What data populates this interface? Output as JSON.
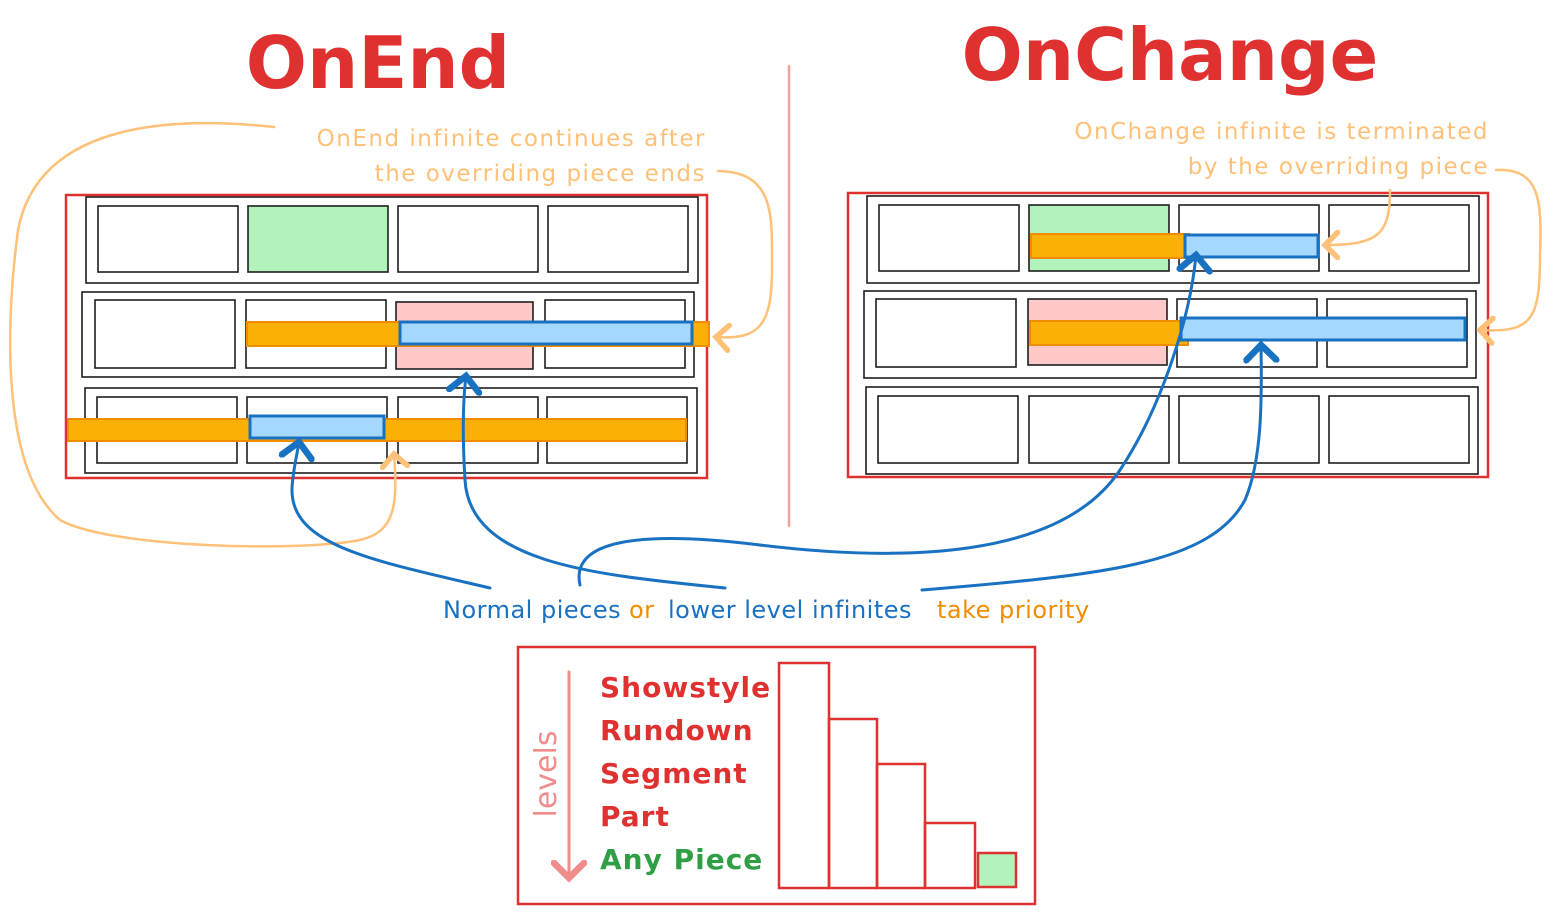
{
  "titles": {
    "left": "OnEnd",
    "right": "OnChange"
  },
  "notes": {
    "left": [
      "OnEnd infinite continues after",
      "the overriding piece ends"
    ],
    "right": [
      "OnChange infinite is terminated",
      "by the overriding piece"
    ]
  },
  "caption": {
    "normal": "Normal pieces",
    "or_lower": "or lower level infinites",
    "take_priority": "take priority"
  },
  "legend": {
    "axis_label": "levels",
    "levels": [
      "Showstyle",
      "Rundown",
      "Segment",
      "Part",
      "Any Piece"
    ]
  },
  "colors": {
    "red": "#e03131",
    "orange_fill": "#fab005",
    "orange_stroke": "#f08c00",
    "blue_fill": "#a5d8ff",
    "blue_stroke": "#1971c2",
    "green_fill": "#b2f2bb",
    "green_text": "#2f9e44",
    "pink_fill": "#ffc9c9",
    "note_orange": "#ffc078",
    "divider": "#f2a3a3"
  }
}
